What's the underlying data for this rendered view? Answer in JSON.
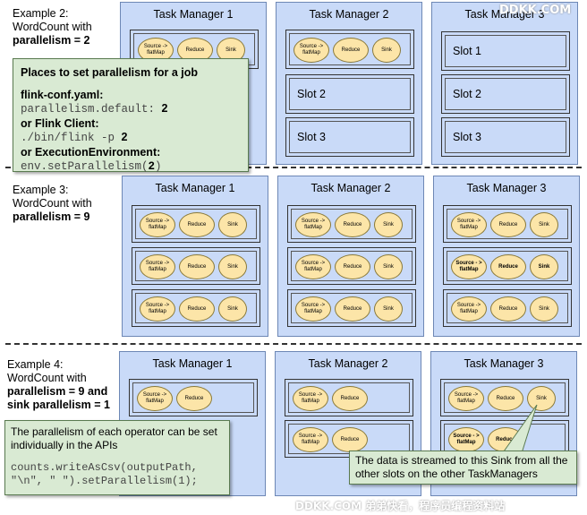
{
  "examples": [
    {
      "lines": [
        "Example 2:",
        "WordCount with"
      ],
      "bold": [
        "parallelism = 2"
      ]
    },
    {
      "lines": [
        "Example 3:",
        "WordCount with"
      ],
      "bold": [
        "parallelism = 9"
      ]
    },
    {
      "lines": [
        "Example 4:",
        "WordCount with"
      ],
      "bold": [
        "parallelism = 9 and",
        "sink parallelism = 1"
      ]
    }
  ],
  "row1": {
    "tm1": {
      "title": "Task Manager 1",
      "slot1_ops": [
        "Source -> flatMap",
        "Reduce",
        "Sink"
      ]
    },
    "tm2": {
      "title": "Task Manager 2",
      "slot1_ops": [
        "Source -> flatMap",
        "Reduce",
        "Sink"
      ],
      "slot2": "Slot 2",
      "slot3": "Slot 3"
    },
    "tm3": {
      "title": "Task Manager 3",
      "slot1": "Slot 1",
      "slot2": "Slot 2",
      "slot3": "Slot 3"
    }
  },
  "row2": {
    "tm1": {
      "title": "Task Manager 1",
      "ops": [
        "Source -> flatMap",
        "Reduce",
        "Sink"
      ]
    },
    "tm2": {
      "title": "Task Manager 2",
      "ops": [
        "Source -> flatMap",
        "Reduce",
        "Sink"
      ]
    },
    "tm3": {
      "title": "Task Manager 3",
      "ops": [
        "Source -> flatMap",
        "Reduce",
        "Sink"
      ],
      "bold_ops": [
        "Source - > flatMap",
        "Reduce",
        "Sink"
      ]
    }
  },
  "row3": {
    "tm1": {
      "title": "Task Manager 1",
      "ops": [
        "Source -> flatMap",
        "Reduce"
      ]
    },
    "tm2": {
      "title": "Task Manager 2",
      "ops": [
        "Source -> flatMap",
        "Reduce"
      ]
    },
    "tm3": {
      "title": "Task Manager 3",
      "ops": [
        "Source -> flatMap",
        "Reduce",
        "Sink"
      ],
      "bold_ops": [
        "Source - > flatMap",
        "Reduce"
      ]
    }
  },
  "callout_parallelism": {
    "heading": "Places to set parallelism for a job",
    "conf_label": "flink-conf.yaml:",
    "conf_code": "parallelism.default: ",
    "conf_value": "2",
    "client_label": "or Flink Client:",
    "client_code": "./bin/flink -p ",
    "client_value": "2",
    "env_label": "or ExecutionEnvironment:",
    "env_code_a": "env.setParallelism(",
    "env_value": "2",
    "env_code_b": ")"
  },
  "callout_operator": {
    "text": "The parallelism of each operator can be set individually in the APIs",
    "code": "counts.writeAsCsv(outputPath, \"\\n\", \" \").setParallelism(1);"
  },
  "callout_sink": {
    "text": "The data is streamed to this Sink from all the other slots on the other TaskManagers"
  },
  "watermarks": {
    "top": "DDKK.COM",
    "bottom": "DDKK.COM 弟弟快看，程序员编程资料站"
  },
  "colors": {
    "task_manager_fill": "#c9daf8",
    "operator_fill": "#fce5a8",
    "callout_fill": "#d9ead3"
  }
}
